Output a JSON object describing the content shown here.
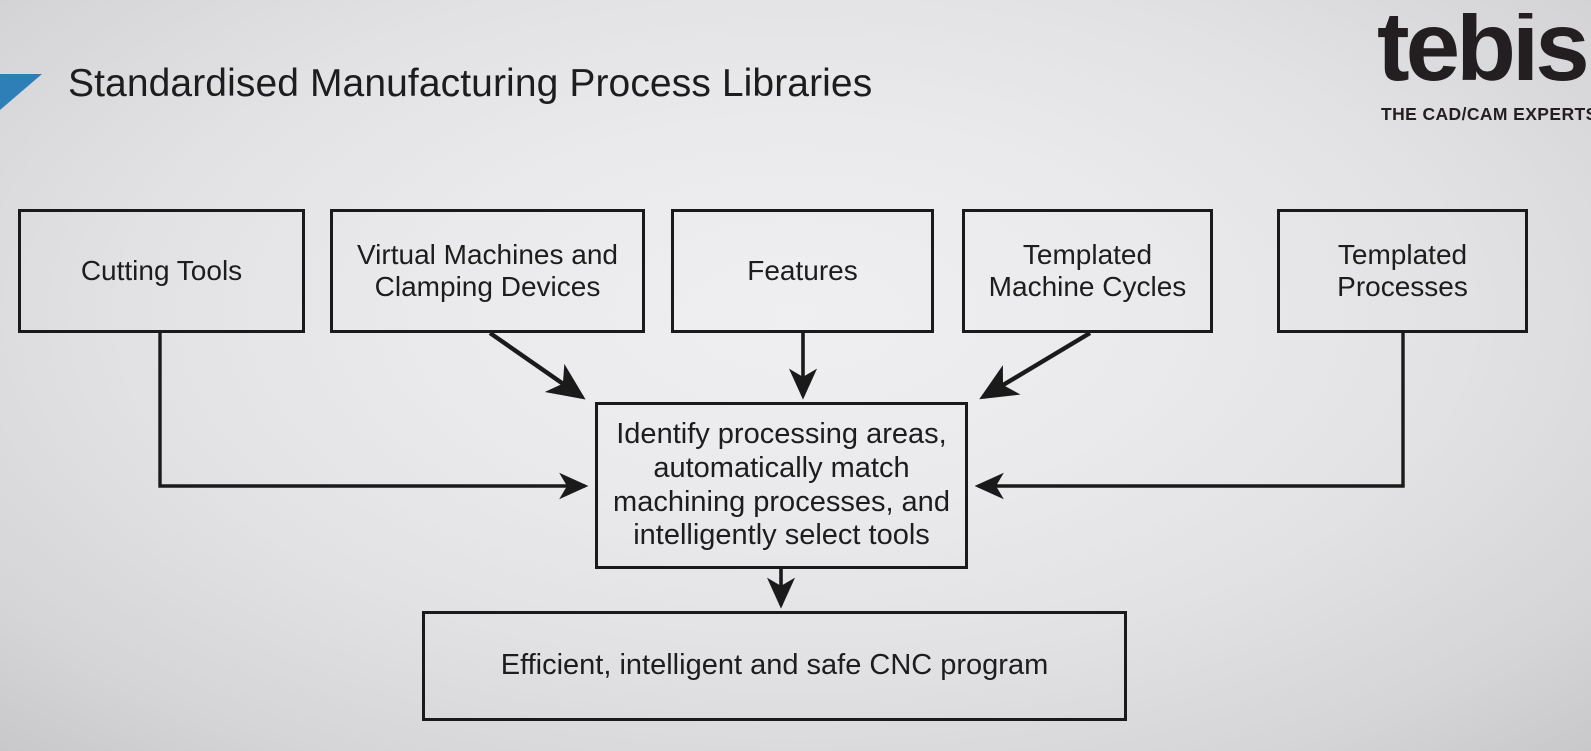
{
  "header": {
    "title": "Standardised Manufacturing Process Libraries",
    "brand_word": "tebis",
    "brand_tagline": "THE CAD/CAM EXPERTS",
    "accent_color": "#2E7FB8",
    "brand_color": "#231f20"
  },
  "diagram": {
    "type": "flowchart",
    "stroke_color": "#1a1a1a",
    "inputs": [
      {
        "id": "cutting-tools",
        "label": "Cutting Tools"
      },
      {
        "id": "virtual-machines",
        "label": "Virtual Machines and\nClamping Devices"
      },
      {
        "id": "features",
        "label": "Features"
      },
      {
        "id": "machine-cycles",
        "label": "Templated\nMachine Cycles"
      },
      {
        "id": "templated-processes",
        "label": "Templated\nProcesses"
      }
    ],
    "process": {
      "id": "identify",
      "label": "Identify processing areas,\nautomatically match\nmachining processes, and\nintelligently select tools"
    },
    "output": {
      "id": "cnc-program",
      "label": "Efficient, intelligent and safe CNC program"
    },
    "edges": [
      {
        "from": "cutting-tools",
        "to": "identify",
        "style": "elbow-right"
      },
      {
        "from": "virtual-machines",
        "to": "identify",
        "style": "diagonal-down-right"
      },
      {
        "from": "features",
        "to": "identify",
        "style": "straight-down"
      },
      {
        "from": "machine-cycles",
        "to": "identify",
        "style": "diagonal-down-left"
      },
      {
        "from": "templated-processes",
        "to": "identify",
        "style": "elbow-left"
      },
      {
        "from": "identify",
        "to": "cnc-program",
        "style": "straight-down"
      }
    ]
  }
}
